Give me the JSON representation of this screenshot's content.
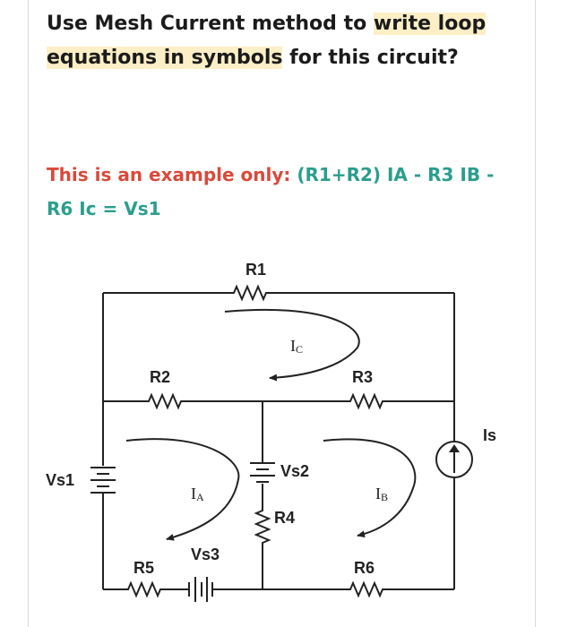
{
  "question": {
    "part1": "Use Mesh Current method to ",
    "hl1": "write loop",
    "hl2": "equations in symbols",
    "part2": " for this circuit?"
  },
  "example": {
    "red": "This is an example only: ",
    "teal": "(R1+R2) IA - R3 IB - R6 Ic = Vs1"
  },
  "circuit": {
    "labels": {
      "r1": "R1",
      "r2": "R2",
      "r3": "R3",
      "r4": "R4",
      "r5": "R5",
      "r6": "R6",
      "vs1": "Vs1",
      "vs2": "Vs2",
      "vs3": "Vs3",
      "is": "Is"
    },
    "currents": {
      "ic_main": "I",
      "ic_sub": "C",
      "ia_main": "I",
      "ia_sub": "A",
      "ib_main": "I",
      "ib_sub": "B"
    }
  }
}
